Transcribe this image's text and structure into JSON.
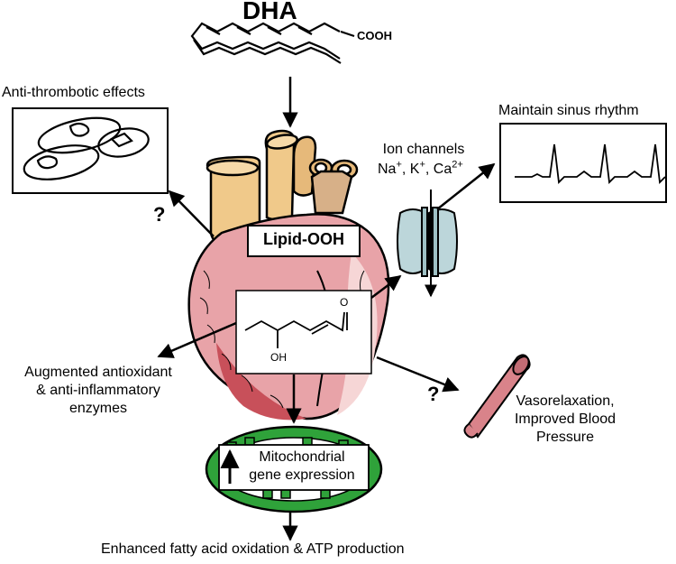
{
  "title": "DHA",
  "cooh_label": "COOH",
  "anti_thrombotic": "Anti-thrombotic effects",
  "question_mark": "?",
  "sinus_rhythm": "Maintain sinus rhythm",
  "ion_channels": {
    "title": "Ion channels",
    "ions": [
      {
        "symbol": "Na",
        "charge": "+",
        "sep": ", "
      },
      {
        "symbol": "K",
        "charge": "+",
        "sep": ", "
      },
      {
        "symbol": "Ca",
        "charge": "2+",
        "sep": ""
      }
    ]
  },
  "lipid_ooh": "Lipid-OOH",
  "hne_oh": "OH",
  "hne_o": "O",
  "antioxidant_lines": [
    "Augmented antioxidant",
    "& anti-inflammatory",
    "enzymes"
  ],
  "vaso_lines": [
    "Vasorelaxation,",
    "Improved Blood",
    "Pressure"
  ],
  "mito_lines": [
    "Mitochondrial",
    "gene expression"
  ],
  "bottom_text": "Enhanced fatty acid oxidation & ATP production",
  "colors": {
    "heart_pink": "#e8a3a8",
    "heart_red": "#c8505a",
    "aorta_tan": "#f0c98a",
    "vessel_pink": "#d9838a",
    "channel_teal": "#bcd6da",
    "mito_green": "#2fa23a"
  }
}
